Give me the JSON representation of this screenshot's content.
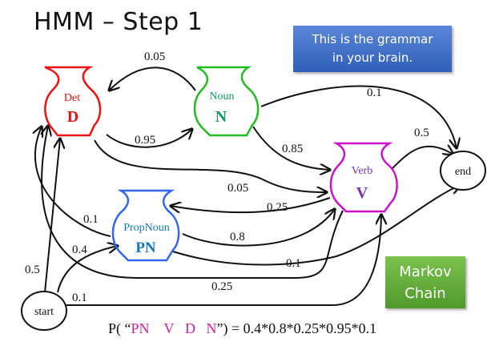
{
  "title": "HMM – Step 1",
  "callouts": {
    "grammar": [
      "This is the grammar",
      "in your brain."
    ],
    "markov": [
      "Markov",
      "Chain"
    ]
  },
  "nodes": {
    "det": {
      "name": "Det",
      "symbol": "D",
      "color": "#ee1111"
    },
    "noun": {
      "name": "Noun",
      "symbol": "N",
      "color": "#22bb22",
      "text_color": "#119966"
    },
    "verb": {
      "name": "Verb",
      "symbol": "V",
      "color": "#cc11cc",
      "text_color": "#7733aa"
    },
    "propnoun": {
      "name": "PropNoun",
      "symbol": "PN",
      "color": "#3366ee",
      "text_color": "#1177bb"
    },
    "start": {
      "name": "start"
    },
    "end": {
      "name": "end"
    }
  },
  "edges": [
    {
      "from": "noun",
      "to": "det",
      "prob": "0.05"
    },
    {
      "from": "det",
      "to": "noun",
      "prob": "0.95"
    },
    {
      "from": "noun",
      "to": "end",
      "prob": "0.1"
    },
    {
      "from": "noun",
      "to": "verb",
      "prob": "0.85"
    },
    {
      "from": "verb",
      "to": "end",
      "prob": "0.5"
    },
    {
      "from": "det",
      "to": "verb",
      "prob": "0.05"
    },
    {
      "from": "verb",
      "to": "propnoun",
      "prob": "0.25"
    },
    {
      "from": "propnoun",
      "to": "det",
      "prob": "0.1"
    },
    {
      "from": "propnoun",
      "to": "verb",
      "prob": "0.8"
    },
    {
      "from": "start",
      "to": "propnoun",
      "prob": "0.4"
    },
    {
      "from": "start",
      "to": "det",
      "prob": "0.5"
    },
    {
      "from": "propnoun",
      "to": "end",
      "prob": "0.1"
    },
    {
      "from": "verb",
      "to": "det",
      "prob": "0.25"
    },
    {
      "from": "start",
      "to": "verb",
      "prob": "0.1"
    }
  ],
  "formula": {
    "prefix": "P( “",
    "tags": [
      "PN",
      "V",
      "D",
      "N"
    ],
    "suffix": "”) = 0.4*0.8*0.25*0.95*0.1"
  }
}
